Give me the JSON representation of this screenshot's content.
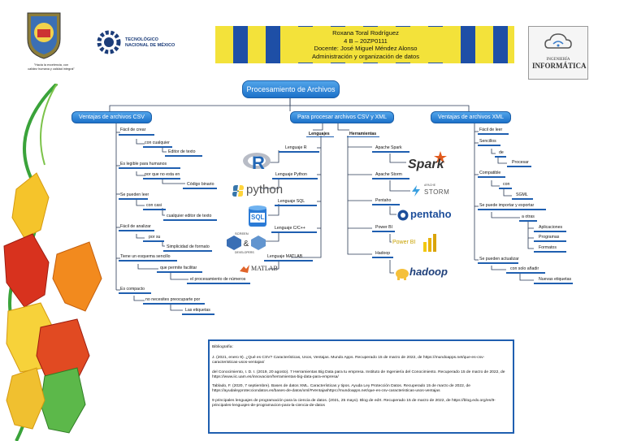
{
  "header": {
    "lines": [
      "Roxana Toral Rodríguez",
      "4 B – 20ZP0111",
      "Docente: José Miguel Méndez Alonso",
      "Administración y organización de datos"
    ],
    "tecnm_logo": [
      "TECNOLÓGICO",
      "NACIONAL DE MÉXICO"
    ],
    "school_motto": [
      "\"Hacia la excelencia, con",
      "calidez humana y calidad integral\""
    ],
    "ingenieria_logo": [
      "INGENIERÍA",
      "INFORMÁTICA"
    ]
  },
  "diagram": {
    "root": "Procesamiento de Archivos",
    "branches": {
      "csv": "Ventajas de archivos CSV",
      "both": "Para procesar archivos CSV y XML",
      "xml": "Ventajas de archivos XML"
    },
    "csv_items": [
      "Fácil de crear",
      "con cualquier",
      "Editor de texto",
      "Es legible para humanos",
      "por que no esta en",
      "Código binario",
      "Se pueden leer",
      "con casi",
      "cualquier editor de texto",
      "Fácil de analizar",
      "por su",
      "Simplicidad de formato",
      "Tiene un esquema sencillo",
      "que permite facilitar",
      "el procesamiento de números",
      "Es compacto",
      "no necesites preocuparte por",
      "Las etiquetas"
    ],
    "languages_header": "Lenguajes",
    "tools_header": "Herramientas",
    "languages": [
      "Lenguaje R",
      "Lenguaje Python",
      "Lenguaje SQL",
      "Lenguaje C/C++",
      "Lenguaje MATLAB"
    ],
    "tools": [
      "Apache Spark",
      "Apache Storm",
      "Pentaho",
      "Power BI",
      "Hadoop"
    ],
    "logo_texts": {
      "r": "R",
      "python": "python",
      "sql": "SQL",
      "screen": "SCREEN",
      "developers": "DEVELOPERS",
      "matlab": "MATLAB",
      "spark": "Spark",
      "apache": "APACHE",
      "storm": "STORM",
      "pentaho": "pentaho",
      "powerbi": "Power BI",
      "hadoop": "hadoop"
    },
    "xml_items": [
      "Fácil de leer",
      "Sencillos",
      "de",
      "Procesar",
      "Compatible",
      "con",
      "SGML",
      "Se puede importar y exportar",
      "a otras",
      "Aplicaciones",
      "Programas",
      "Formatos",
      "Se pueden actualizar",
      "con solo añadir",
      "Nuevas etiquetas"
    ]
  },
  "bibliography": {
    "title": "Bibliografía:",
    "entries": [
      "J. (2021, enero 9). ¿Qué es CSV? Características, Usos, Ventajas. Mundo Apps. Recuperado 15 de marzo de 2022, de https://mundoapps.net/que-es-csv-caracteristicas-usos-ventajas/",
      "del Conocimiento, I. D. I. (2019, 20 agosto). 7 Herramientas Big Data para tu empresa. Instituto de Ingeniería del Conocimiento. Recuperado 15 de marzo de 2022, de https://www.iic.uam.es/innovacion/herramientas-big-data-para-empresa/",
      "Tablado, F. (2020, 7 septiembre). Bases de datos XML. Características y tipos. Ayuda Ley Protección Datos. Recuperado 15 de marzo de 2022, de https://ayudaleyprotecciondatos.es/bases-de-datos/xml/#Ventajashttps://mundoapps.net/que-es-csv-caracteristicas-usos-ventajas",
      "9 principales lenguajes de programación para la ciencia de datos. (2021, 25 mayo). Blog de edX. Recuperado 15 de marzo de 2022, de https://blog.edx.org/es/9-principales-lenguajes-de-programacion-para-la-ciencia-de-datos"
    ]
  },
  "colors": {
    "accent": "#1f5fb0",
    "pill": "#2a82d8",
    "header_yellow": "#f3e23a"
  }
}
